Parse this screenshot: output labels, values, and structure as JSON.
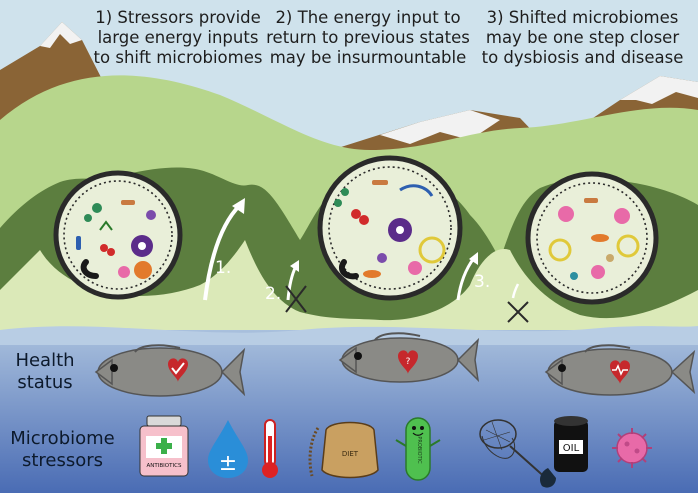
{
  "captions": [
    "1) Stressors provide\nlarge energy inputs\nto shift microbiomes",
    "2) The energy input to\nreturn to previous states\nmay be insurmountable",
    "3) Shifted microbiomes\nmay be one step closer\nto dysbiosis and disease"
  ],
  "steps": [
    "1.",
    "2.",
    "3."
  ],
  "row_labels": {
    "health": "Health\nstatus",
    "stressors": "Microbiome\nstressors"
  },
  "fish_hearts": [
    {
      "mark": "check",
      "heart_icon": "heart-check-icon"
    },
    {
      "mark": "?",
      "heart_icon": "heart-question-icon"
    },
    {
      "mark": "pulse",
      "heart_icon": "heart-pulse-icon"
    }
  ],
  "stressor_icons": [
    {
      "icon": "antibiotics-bottle-icon",
      "label": "ANTIBIOTICS"
    },
    {
      "icon": "salinity-drop-icon",
      "label": "±"
    },
    {
      "icon": "thermometer-icon",
      "label": ""
    },
    {
      "icon": "diet-feed-bag-icon",
      "label": "DIET"
    },
    {
      "icon": "probiotic-bacterium-icon",
      "label": "PROBIOTIC"
    },
    {
      "icon": "fishing-net-icon",
      "label": ""
    },
    {
      "icon": "oil-barrel-icon",
      "label": "OIL"
    },
    {
      "icon": "virus-icon",
      "label": ""
    }
  ],
  "colors": {
    "sky": "#cfe2ec",
    "mountain": "#8a6436",
    "snow": "#f2f2f2",
    "back_hill": "#b7d68c",
    "dark_hill": "#5c7e3f",
    "light_green": "#dbe9b8",
    "water_top": "#9fb7d8",
    "water_bottom": "#4b6fb6",
    "fish": "#8a8a86",
    "heart": "#c6282c",
    "circle_fill": "#e9efd9",
    "circle_ring": "#2a2a2a"
  }
}
